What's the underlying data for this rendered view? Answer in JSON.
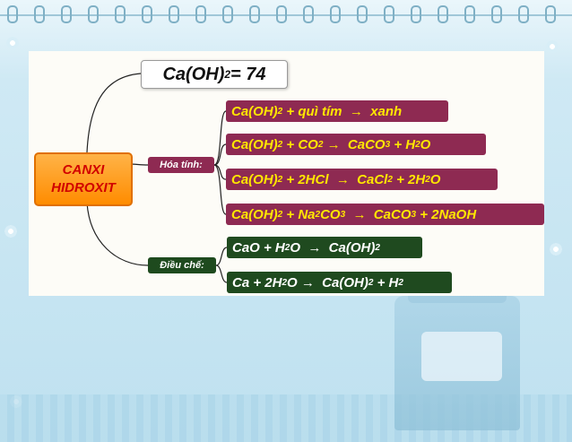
{
  "root": {
    "line1": "CANXI",
    "line2": "HIDROXIT"
  },
  "formula": {
    "text": "Ca(OH)",
    "sub": "2",
    "tail": " = 74"
  },
  "branches": {
    "properties_label": "Hóa tính:",
    "preparation_label": "Điều chế:"
  },
  "properties": [
    [
      {
        "t": "Ca(OH)"
      },
      {
        "s": "2"
      },
      {
        "t": " + quì tím  →  xanh"
      }
    ],
    [
      {
        "t": "Ca(OH)"
      },
      {
        "s": "2"
      },
      {
        "t": " + CO"
      },
      {
        "s": "2"
      },
      {
        "t": " →  CaCO"
      },
      {
        "s": "3"
      },
      {
        "t": " + H"
      },
      {
        "s": "2"
      },
      {
        "t": "O"
      }
    ],
    [
      {
        "t": "Ca(OH)"
      },
      {
        "s": "2"
      },
      {
        "t": " + 2HCl  →  CaCl"
      },
      {
        "s": "2"
      },
      {
        "t": " + 2H"
      },
      {
        "s": "2"
      },
      {
        "t": "O"
      }
    ],
    [
      {
        "t": "Ca(OH)"
      },
      {
        "s": "2"
      },
      {
        "t": " + Na"
      },
      {
        "s": "2"
      },
      {
        "t": "CO"
      },
      {
        "s": "3"
      },
      {
        "t": "  →  CaCO"
      },
      {
        "s": "3"
      },
      {
        "t": " + 2NaOH"
      }
    ]
  ],
  "preparation": [
    [
      {
        "t": "CaO + H"
      },
      {
        "s": "2"
      },
      {
        "t": "O  →  Ca(OH)"
      },
      {
        "s": "2"
      }
    ],
    [
      {
        "t": "Ca + 2H"
      },
      {
        "s": "2"
      },
      {
        "t": "O →  Ca(OH)"
      },
      {
        "s": "2"
      },
      {
        "t": " + H"
      },
      {
        "s": "2"
      }
    ]
  ],
  "colors": {
    "properties_bg": "#8e2a52",
    "properties_text": "#ffe600",
    "preparation_bg": "#1f4a1f",
    "root_bg": "#ff8c00",
    "root_text": "#d10000"
  }
}
